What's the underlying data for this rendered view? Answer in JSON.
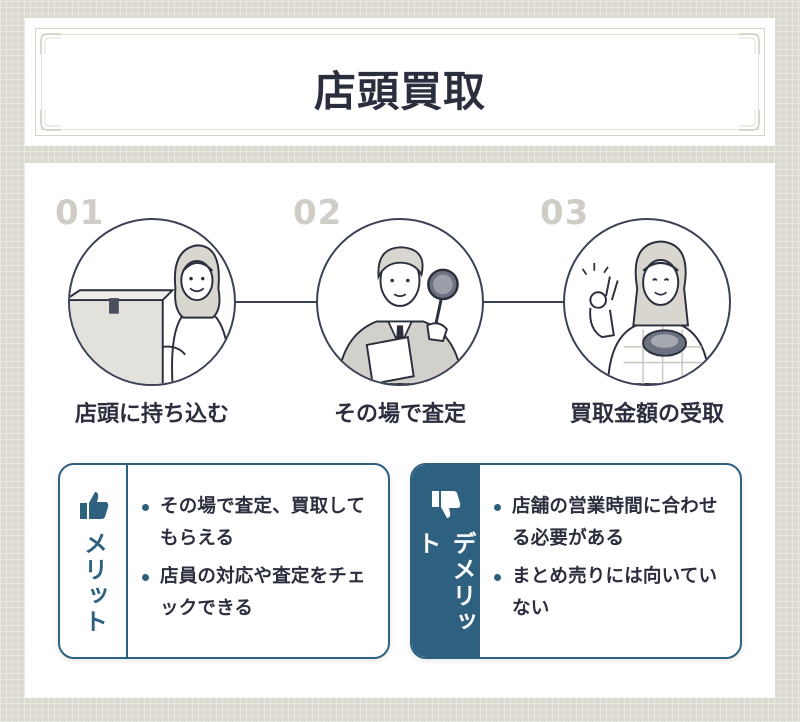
{
  "header": {
    "title": "店頭買取"
  },
  "steps": [
    {
      "number": "01",
      "label": "店頭に持ち込む"
    },
    {
      "number": "02",
      "label": "その場で査定"
    },
    {
      "number": "03",
      "label": "買取金額の受取"
    }
  ],
  "merit": {
    "label": "メリット",
    "icon": "thumbs-up-icon",
    "items": [
      "その場で査定、買取してもらえる",
      "店員の対応や査定をチェックできる"
    ]
  },
  "demerit": {
    "label": "デメリット",
    "icon": "thumbs-down-icon",
    "items": [
      "店舗の営業時間に合わせる必要がある",
      "まとめ売りには向いていない"
    ]
  },
  "colors": {
    "accent": "#2e6080",
    "text": "#2b2f3d",
    "line": "#3b4256",
    "step_number": "#cfcdc6"
  }
}
